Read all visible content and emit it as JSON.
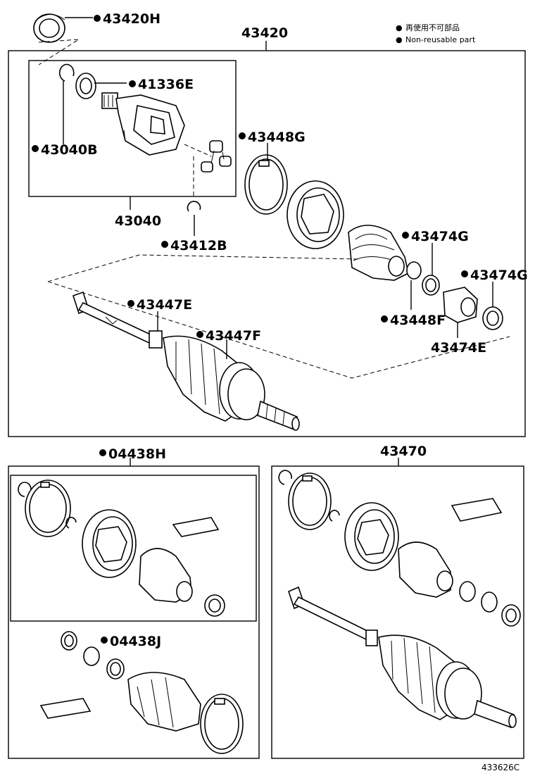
{
  "legend": {
    "marker": "●",
    "line1": "再使用不可部品",
    "line2": "Non-reusable part"
  },
  "callouts": {
    "p43420H": "43420H",
    "p43420": "43420",
    "p41336E": "41336E",
    "p43040B": "43040B",
    "p43040": "43040",
    "p43448G": "43448G",
    "p43412B": "43412B",
    "p43474G_a": "43474G",
    "p43474G_b": "43474G",
    "p43447E": "43447E",
    "p43447F": "43447F",
    "p43448F": "43448F",
    "p43474E": "43474E",
    "p04438H": "04438H",
    "p04438J": "04438J",
    "p43470": "43470"
  },
  "reference_code": "433626C",
  "colors": {
    "line": "#000000",
    "background": "#ffffff"
  }
}
